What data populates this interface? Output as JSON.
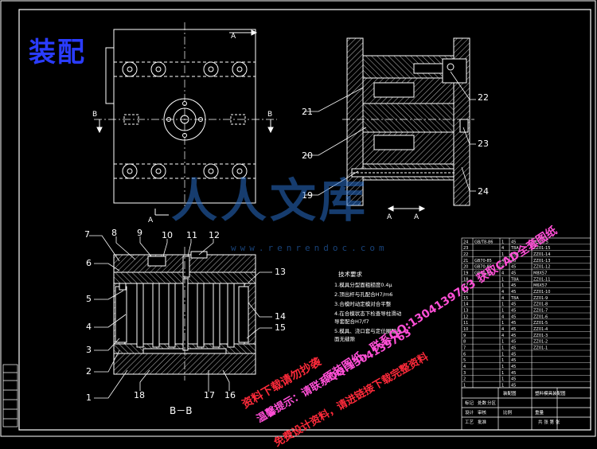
{
  "title": "装配",
  "section_labels": {
    "top_view_mark": "A",
    "top_view_b_left": "B",
    "top_view_b_right": "B",
    "top_view_a_bottom": "A",
    "side_view_a": "A",
    "side_view_a2": "A",
    "section_bb": "B－B"
  },
  "callouts": [
    "1",
    "2",
    "3",
    "4",
    "5",
    "6",
    "7",
    "8",
    "9",
    "10",
    "11",
    "12",
    "13",
    "14",
    "15",
    "16",
    "17",
    "18",
    "19",
    "20",
    "21",
    "22",
    "23",
    "24"
  ],
  "tech_requirements": {
    "heading": "技术要求",
    "lines": [
      "1.模具分型面粗糙度0.4μ",
      "2.顶出杆与孔配合H7/m6",
      "3.合模时动定模对合平整",
      "4.在合模状态下检查导柱滑动",
      "   导套配合H7/f7",
      "5.模具、浇口套与定位圈配合",
      "   面无缝隙"
    ]
  },
  "bom_rows": [
    [
      "24",
      "GB/T8-86",
      "1",
      "45",
      "M5X5.5"
    ],
    [
      "23",
      "",
      "4",
      "T8A",
      "ZZ01-15"
    ],
    [
      "22",
      "",
      "1",
      "T8A",
      "ZZ01-14"
    ],
    [
      "21",
      "GB70-85",
      "4",
      "45",
      "ZZ01-13"
    ],
    [
      "20",
      "GB70-85",
      "6",
      "45",
      "ZZ01-12"
    ],
    [
      "19",
      "GB70-85",
      "4",
      "45",
      "M8X57"
    ],
    [
      "18",
      "",
      "1",
      "T8A",
      "ZZ01-11"
    ],
    [
      "17",
      "",
      "1",
      "45",
      "M6X57"
    ],
    [
      "16",
      "",
      "4",
      "45",
      "ZZ01-10"
    ],
    [
      "15",
      "",
      "4",
      "T8A",
      "ZZ01-9"
    ],
    [
      "14",
      "",
      "1",
      "45",
      "ZZ01-8"
    ],
    [
      "13",
      "",
      "1",
      "45",
      "ZZ01-7"
    ],
    [
      "12",
      "",
      "4",
      "45",
      "ZZ01-6"
    ],
    [
      "11",
      "",
      "1",
      "45",
      "ZZ01-5"
    ],
    [
      "10",
      "",
      "4",
      "45",
      "ZZ01-4"
    ],
    [
      "9",
      "",
      "4",
      "45",
      "ZZ01-3"
    ],
    [
      "8",
      "",
      "1",
      "45",
      "ZZ01-2"
    ],
    [
      "7",
      "",
      "1",
      "45",
      "ZZ01-1"
    ],
    [
      "6",
      "",
      "1",
      "45",
      ""
    ],
    [
      "5",
      "",
      "1",
      "45",
      ""
    ],
    [
      "4",
      "",
      "1",
      "45",
      ""
    ],
    [
      "3",
      "",
      "1",
      "45",
      ""
    ],
    [
      "2",
      "",
      "1",
      "45",
      ""
    ],
    [
      "1",
      "",
      "1",
      "45",
      ""
    ]
  ],
  "title_block": {
    "name": "塑料模具装配图",
    "subname": "装配图",
    "cells": [
      "标记",
      "处数",
      "分区",
      "设计",
      "审核",
      "工艺",
      "批准",
      "比例",
      "重量",
      "共 张 第 张"
    ]
  },
  "watermarks": {
    "brand": "人人文库",
    "site": "www.renrendoc.com",
    "line1": "原装图纸，联系QQ:1304139763 获取CAD全套图纸",
    "line2": "温馨提示：请联系QQ:1304139763",
    "line3": "免费设计资料，请进链接下载完整资料",
    "line4": "资料下载请勿抄袭"
  },
  "colors": {
    "line": "#ffffff",
    "hatch": "#c8c8c8",
    "title": "#2a3cff",
    "red": "#ff2a3a",
    "pink": "#ff4fd6",
    "blue_wm": "#2a6ec8"
  }
}
